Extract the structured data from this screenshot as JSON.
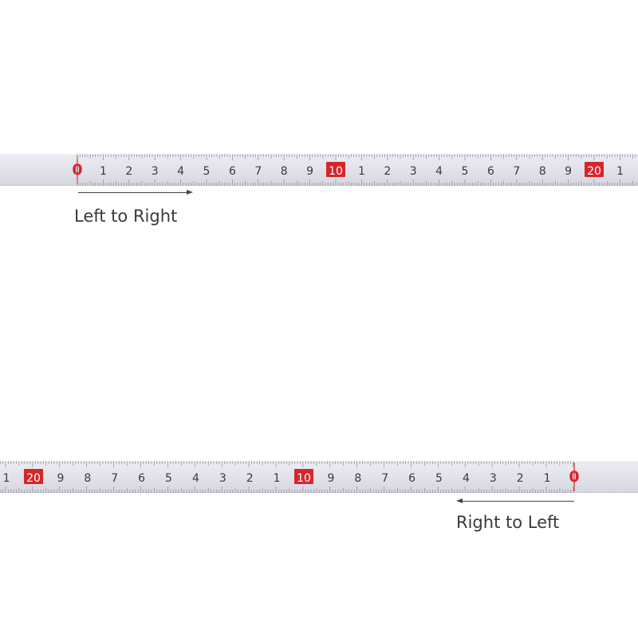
{
  "tape_top": {
    "direction": "left-to-right",
    "caption": "Left to Right",
    "labels": [
      "0",
      "1",
      "2",
      "3",
      "4",
      "5",
      "6",
      "7",
      "8",
      "9",
      "10",
      "1",
      "2",
      "3",
      "4",
      "5",
      "6",
      "7",
      "8",
      "9",
      "20",
      "1"
    ]
  },
  "tape_bottom": {
    "direction": "right-to-left",
    "caption": "Right to Left",
    "labels": [
      "1",
      "20",
      "9",
      "8",
      "7",
      "6",
      "5",
      "4",
      "3",
      "2",
      "1",
      "10",
      "9",
      "8",
      "7",
      "6",
      "5",
      "4",
      "3",
      "2",
      "1",
      "0"
    ]
  },
  "colors": {
    "tape": "#e2e2ea",
    "tick": "#8a8a94",
    "label": "#3a3a3a",
    "accent_red": "#d6262b",
    "badge_text": "#ffffff"
  }
}
